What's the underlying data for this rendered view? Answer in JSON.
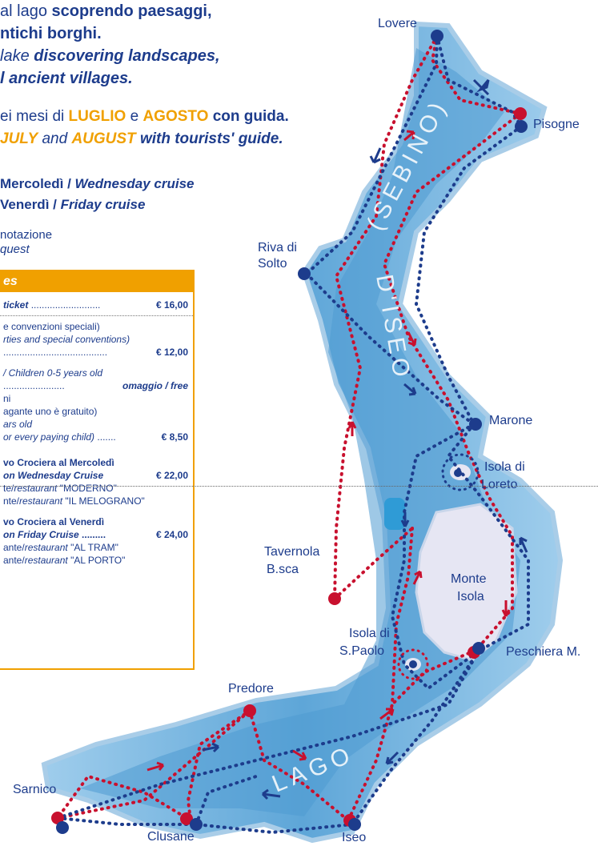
{
  "headline": {
    "it_l1_plain": "al lago ",
    "it_l1_bold": "scoprendo paesaggi,",
    "it_l2": "ntichi borghi.",
    "en_l1_plain": "lake ",
    "en_l1_bold": "discovering landscapes,",
    "en_l2": "l ancient villages."
  },
  "months": {
    "it_pre": "ei mesi di ",
    "it_m1": "LUGLIO",
    "it_mid": " e ",
    "it_m2": "AGOSTO",
    "it_post": " con guida.",
    "en_m1": "JULY",
    "en_mid": " and ",
    "en_m2": "AUGUST",
    "en_post": " with tourists' guide."
  },
  "cruises": {
    "wed_it": "Mercoledì / ",
    "wed_en": "Wednesday cruise",
    "fri_it": "Venerdì / ",
    "fri_en": "Friday cruise"
  },
  "booking": {
    "it": "notazione",
    "en": "quest"
  },
  "prices": {
    "header": "es",
    "ticket_label": "ticket",
    "ticket_price": "€ 16,00",
    "conv_it": "e convenzioni speciali)",
    "conv_en": "rties and special conventions)",
    "conv_price": "€ 12,00",
    "children_en": "/ Children 0-5 years old",
    "children_price": "omaggio / free",
    "kids_it1": "ni",
    "kids_it2": "agante uno è gratuito)",
    "kids_en1": "ars old",
    "kids_en2": "or every paying child)",
    "kids_price": "€ 8,50",
    "wed_cruise_it": "vo Crociera al Mercoledì",
    "wed_cruise_en": "on Wednesday Cruise",
    "wed_cruise_price": "€ 22,00",
    "wed_r1_a": "te/",
    "wed_r1_b": "restaurant",
    "wed_r1_c": " \"MODERNO\"",
    "wed_r2_a": "nte/",
    "wed_r2_b": "restaurant",
    "wed_r2_c": " \"IL MELOGRANO\"",
    "fri_cruise_it": "vo Crociera al Venerdì",
    "fri_cruise_en": "on Friday Cruise",
    "fri_cruise_price": "€ 24,00",
    "fri_r1_a": "ante/",
    "fri_r1_b": "restaurant",
    "fri_r1_c": " \"AL TRAM\"",
    "fri_r2_a": "ante/",
    "fri_r2_b": "restaurant",
    "fri_r2_c": " \"AL PORTO\""
  },
  "map": {
    "lake_name_top": "(SEBINO)",
    "lake_name_mid": "D'ISEO",
    "lake_name_bottom": "LAGO",
    "places": {
      "lovere": "Lovere",
      "pisogne": "Pisogne",
      "riva1": "Riva di",
      "riva2": "Solto",
      "marone": "Marone",
      "loreto1": "Isola di",
      "loreto2": "Loreto",
      "tavernola1": "Tavernola",
      "tavernola2": "B.sca",
      "monte1": "Monte",
      "monte2": "Isola",
      "paolo1": "Isola di",
      "paolo2": "S.Paolo",
      "peschiera": "Peschiera M.",
      "predore": "Predore",
      "sarnico": "Sarnico",
      "clusane": "Clusane",
      "iseo": "Iseo"
    },
    "colors": {
      "red": "#c8102e",
      "blue": "#1d3c8c",
      "water": "#6fb3df",
      "island": "#e6e6f3",
      "accent": "#f0a000"
    }
  }
}
